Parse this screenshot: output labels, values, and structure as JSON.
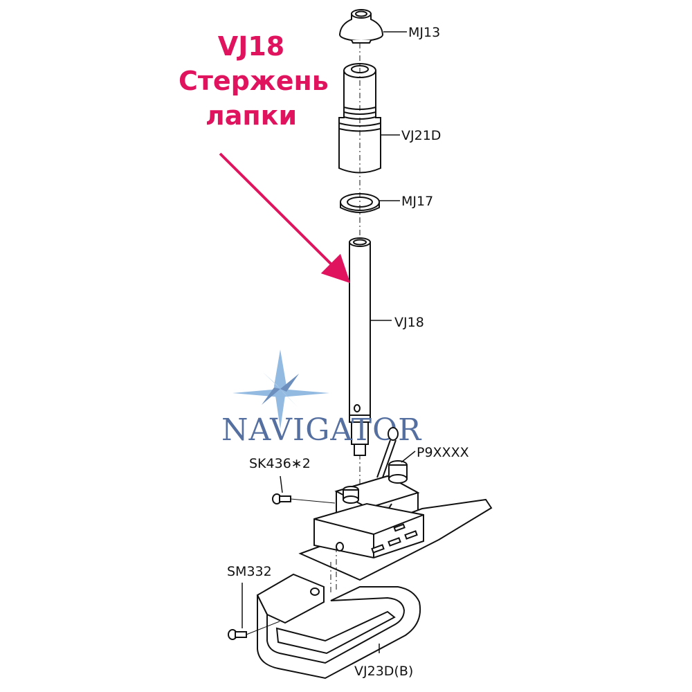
{
  "callout": {
    "line1": "VJ18",
    "line2": "Стержень",
    "line3": "лапки"
  },
  "labels": {
    "mj13": "MJ13",
    "vj21d": "VJ21D",
    "mj17": "MJ17",
    "vj18": "VJ18",
    "p9xxxx": "P9XXXX",
    "sk436": "SK436∗2",
    "sm332": "SM332",
    "vj23d": "VJ23D(B)"
  },
  "logo": {
    "text": "NAVIGATOR"
  },
  "colors": {
    "callout": "#e0145e",
    "line": "#111111",
    "logo": "#5570a0",
    "logo_star": "#6fa3d8"
  }
}
